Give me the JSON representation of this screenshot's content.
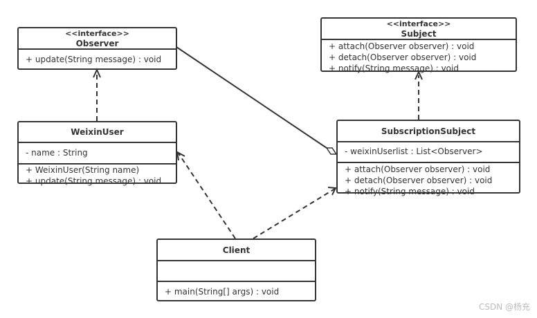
{
  "classes": {
    "observer": {
      "stereotype": "<<interface>>",
      "name": "Observer",
      "methods": [
        "+ update(String message) : void"
      ]
    },
    "subject": {
      "stereotype": "<<interface>>",
      "name": "Subject",
      "methods": [
        "+ attach(Observer observer) : void",
        "+ detach(Observer observer) : void",
        "+ notify(String message) : void"
      ]
    },
    "weixin_user": {
      "name": "WeixinUser",
      "attributes": [
        "- name : String"
      ],
      "methods": [
        "+ WeixinUser(String name)",
        "+ update(String message) : void"
      ]
    },
    "subscription_subject": {
      "name": "SubscriptionSubject",
      "attributes": [
        "- weixinUserlist : List<Observer>"
      ],
      "methods": [
        "+ attach(Observer observer) : void",
        "+ detach(Observer observer) : void",
        "+ notify(String message) : void"
      ]
    },
    "client": {
      "name": "Client",
      "attributes": [],
      "methods": [
        "+ main(String[] args) : void"
      ]
    }
  },
  "relations": [
    {
      "from": "WeixinUser",
      "to": "Observer",
      "type": "realization"
    },
    {
      "from": "SubscriptionSubject",
      "to": "Subject",
      "type": "realization"
    },
    {
      "from": "SubscriptionSubject",
      "to": "Observer",
      "type": "aggregation"
    },
    {
      "from": "Client",
      "to": "WeixinUser",
      "type": "dependency"
    },
    {
      "from": "Client",
      "to": "SubscriptionSubject",
      "type": "dependency"
    }
  ],
  "watermark": "CSDN @杨充"
}
